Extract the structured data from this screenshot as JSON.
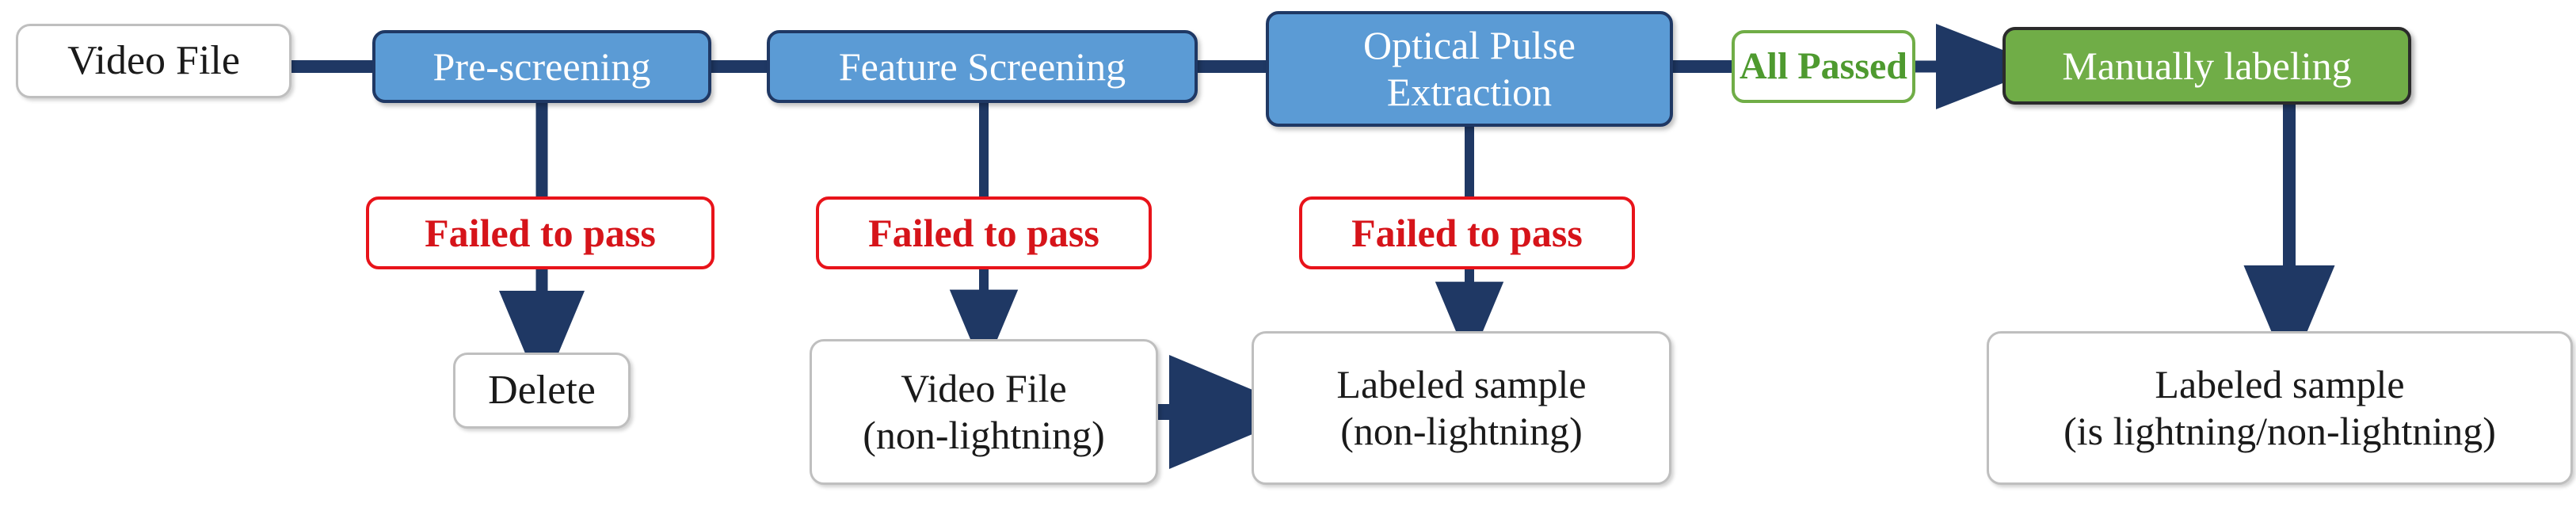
{
  "diagram": {
    "title": "Video File labeling pipeline flowchart",
    "colors": {
      "process_fill": "#5B9BD5",
      "process_border": "#1F3864",
      "manual_fill": "#70AD47",
      "connector": "#1F3864",
      "fail_text": "#D6141A",
      "pass_text": "#4E9A2F",
      "plain_border": "#BFBFBF"
    },
    "nodes": {
      "video_file_in": "Video File",
      "pre_screening": "Pre-screening",
      "feature_screening": "Feature Screening",
      "optical_pulse_line1": "Optical Pulse",
      "optical_pulse_line2": "Extraction",
      "all_passed": "All Passed",
      "manually_labeling": "Manually labeling",
      "failed_1": "Failed to pass",
      "failed_2": "Failed to pass",
      "failed_3": "Failed to pass",
      "delete": "Delete",
      "video_file_nl_line1": "Video File",
      "video_file_nl_line2": "(non-lightning)",
      "labeled_nl_line1": "Labeled sample",
      "labeled_nl_line2": "(non-lightning)",
      "labeled_both_line1": "Labeled sample",
      "labeled_both_line2": "(is lightning/non-lightning)"
    }
  }
}
